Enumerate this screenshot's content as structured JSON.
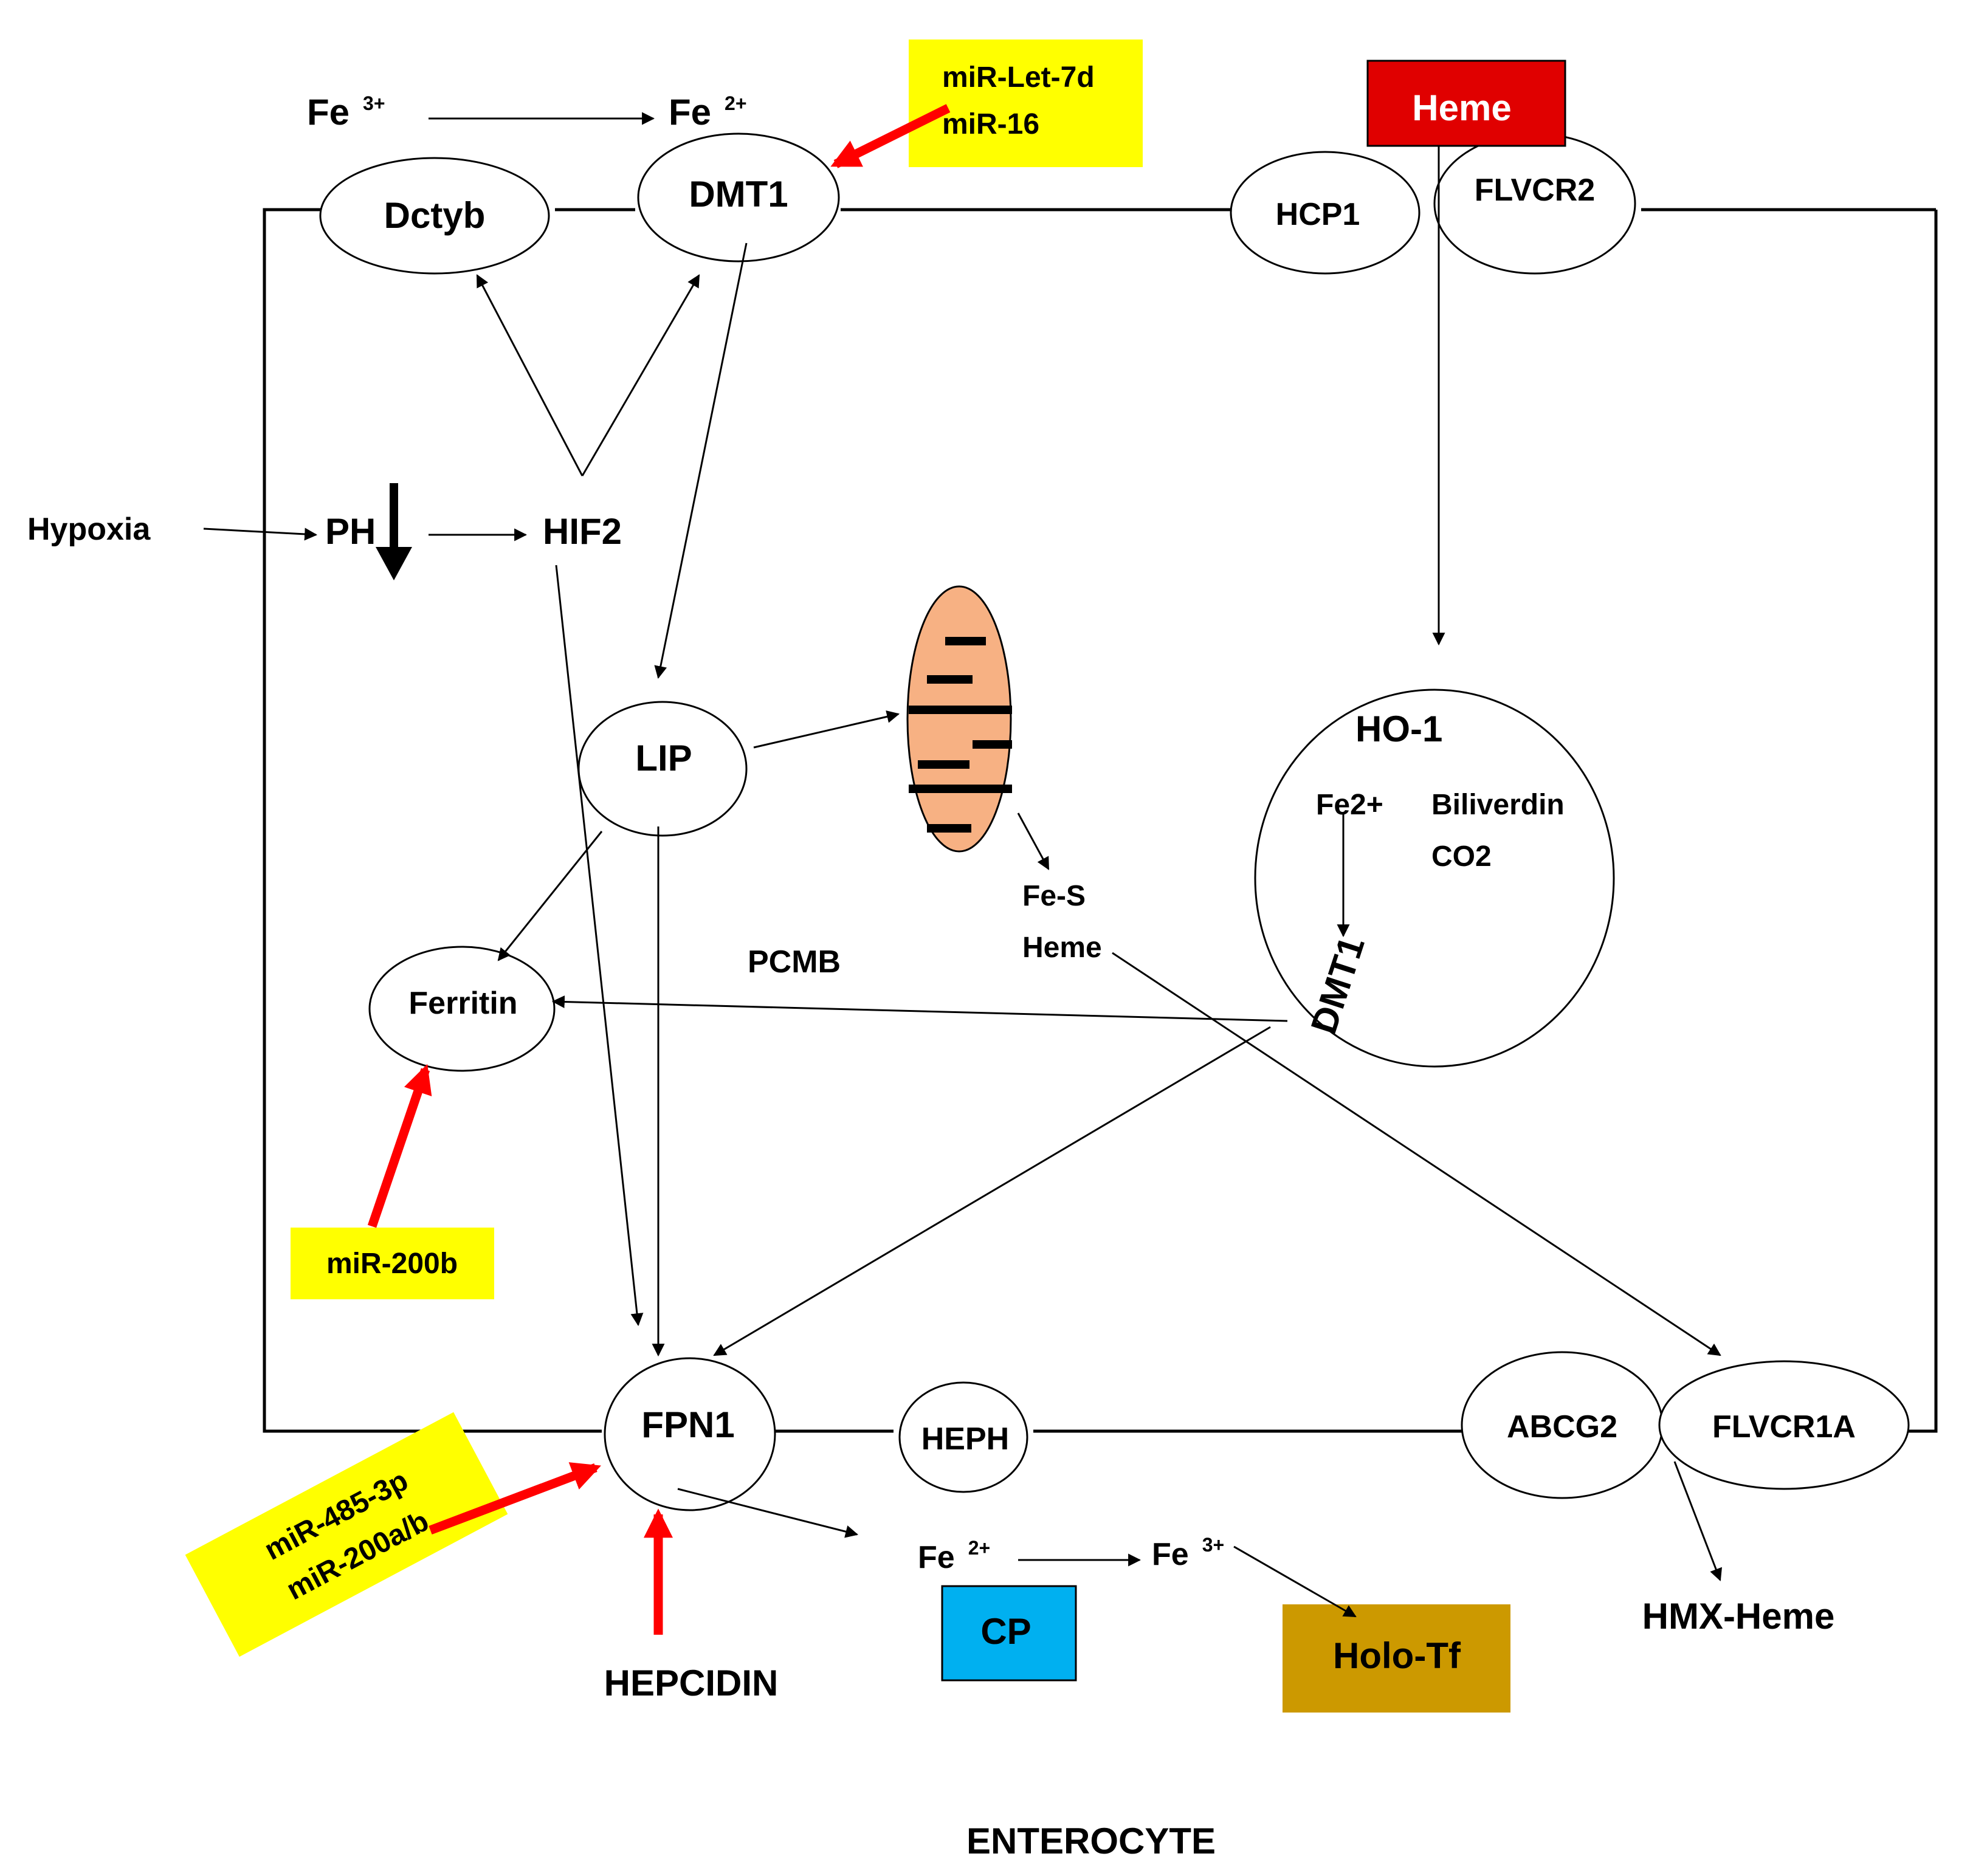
{
  "title": "ENTEROCYTE",
  "colors": {
    "line": "#000000",
    "mirna_arrow": "#ff0000",
    "mirna_box": "#ffff00",
    "heme_box": "#e00000",
    "cp_box": "#00b0f0",
    "holo_tf_box": "#cc9900",
    "mitochondrion": "#f7b183"
  },
  "icons": {
    "mitochondrion": "mitochondrion-icon"
  },
  "labels": {
    "fe3_top": "Fe",
    "fe3_top_charge": "3+",
    "fe2_top": "Fe",
    "fe2_top_charge": "2+",
    "mirna_let7d": "miR-Let-7d",
    "mirna_16": "miR-16",
    "heme_top": "Heme",
    "dctyb": "Dctyb",
    "dmt1": "DMT1",
    "hcp1": "HCP1",
    "flvcr2": "FLVCR2",
    "hypoxia": "Hypoxia",
    "ph": "PH",
    "hif2": "HIF2",
    "lip": "LIP",
    "fe_s": "Fe-S",
    "heme_mito": "Heme",
    "pcmb": "PCMB",
    "ferritin": "Ferritin",
    "ho1": "HO-1",
    "ho1_fe2": "Fe2+",
    "biliverdin": "Biliverdin",
    "co2": "CO2",
    "dmt1_vesicle": "DMT1",
    "mirna_200b": "miR-200b",
    "fpn1": "FPN1",
    "heph": "HEPH",
    "abcg2": "ABCG2",
    "flvcr1a": "FLVCR1A",
    "mirna_485": "miR-485-3p",
    "mirna_200ab": "miR-200a/b",
    "fe2_bottom": "Fe",
    "fe2_bottom_charge": "2+",
    "fe3_bottom": "Fe",
    "fe3_bottom_charge": "3+",
    "cp": "CP",
    "holo_tf": "Holo-Tf",
    "hmx_heme": "HMX-Heme",
    "hepcidin": "HEPCIDIN"
  }
}
